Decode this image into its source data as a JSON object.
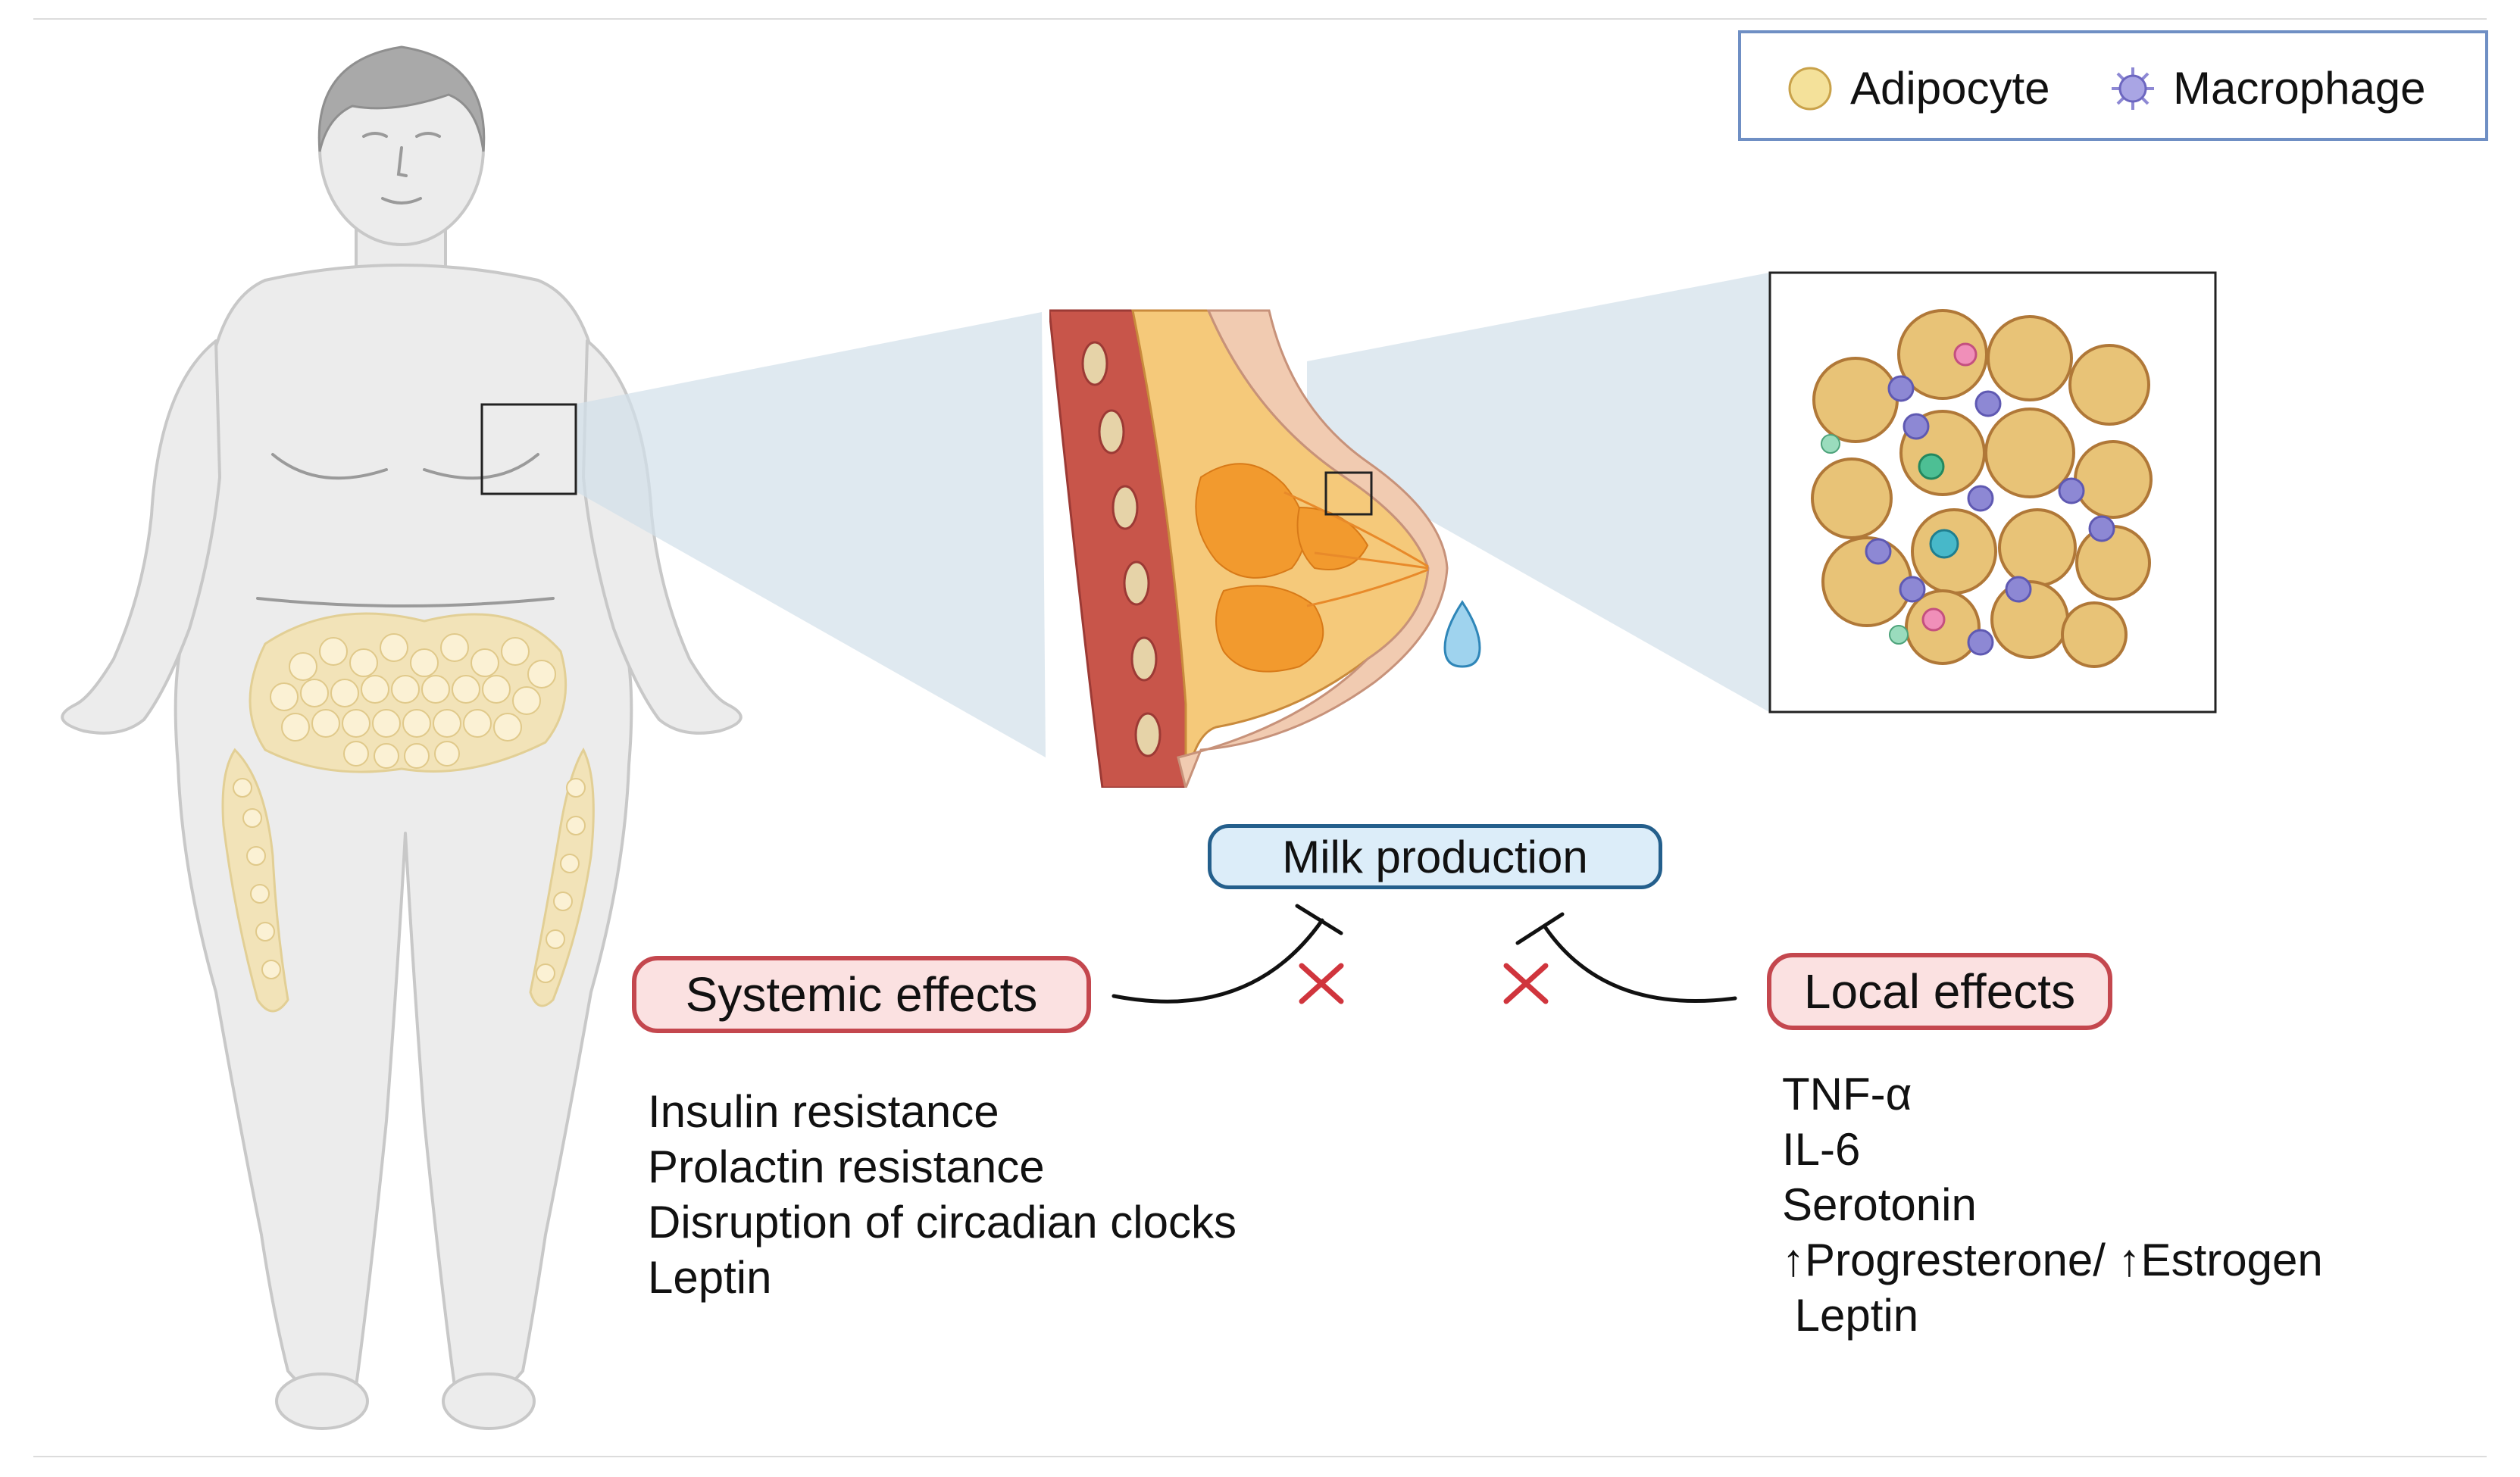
{
  "legend": {
    "adipocyte_label": "Adipocyte",
    "macrophage_label": "Macrophage",
    "adipocyte_icon": "adipocyte-icon",
    "macrophage_icon": "macrophage-icon"
  },
  "center": {
    "milk_production": "Milk production"
  },
  "systemic": {
    "label": "Systemic effects",
    "items": [
      "Insulin resistance",
      "Prolactin resistance",
      "Disruption of circadian clocks",
      "Leptin"
    ]
  },
  "local": {
    "label": "Local effects",
    "items": [
      "TNF-α",
      "IL-6",
      "Serotonin",
      "↑Progresterone/ ↑Estrogen",
      " Leptin"
    ]
  },
  "colors": {
    "systemic_border": "#c4474e",
    "systemic_fill": "#fbe1e1",
    "milk_border": "#245f8c",
    "milk_fill": "#dcedf9",
    "inhibition_cross": "#d0353d",
    "legend_border": "#6f8fc4",
    "adipocyte_fill": "#e8c377",
    "macrophage_fill": "#8d88d4"
  }
}
